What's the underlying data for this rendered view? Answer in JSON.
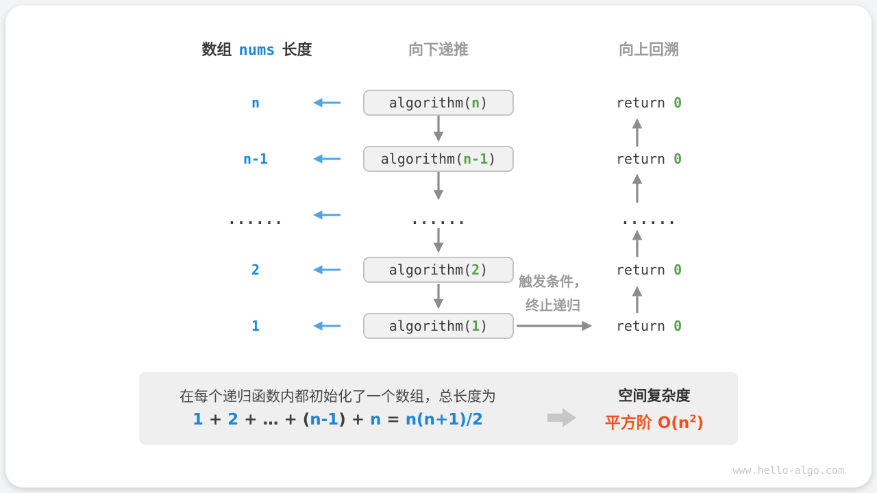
{
  "headers": {
    "array_label_prefix": "数组",
    "array_code": "nums",
    "array_label_suffix": "长度",
    "recurse_down": "向下递推",
    "backtrack_up": "向上回溯"
  },
  "shared": {
    "call_prefix": "algorithm(",
    "call_suffix": ")",
    "return_keyword": "return",
    "return_value": "0",
    "dots": "......"
  },
  "rows": [
    {
      "length": "n",
      "arg": "n"
    },
    {
      "length": "n-1",
      "arg": "n-1"
    },
    {
      "length": "......"
    },
    {
      "length": "2",
      "arg": "2"
    },
    {
      "length": "1",
      "arg": "1"
    }
  ],
  "annotation": {
    "line1": "触发条件，",
    "line2": "终止递归"
  },
  "summary": {
    "description": "在每个递归函数内都初始化了一个数组，总长度为",
    "formula": {
      "f1": "1",
      "f2": " + ",
      "f3": "2",
      "f4": " + … + (",
      "f5": "n-1",
      "f6": ") + ",
      "f7": "n",
      "f8": " = ",
      "f9": "n(n+1)/2"
    },
    "result_title": "空间复杂度",
    "result_prefix": "平方阶 O(n",
    "result_sup": "2",
    "result_suffix": ")"
  },
  "watermark": "www.hello-algo.com",
  "colors": {
    "blue_text": "#1c87d5",
    "blue_arrow": "#54a4e4",
    "green": "#5aa14f",
    "orange": "#f4511e",
    "gray_arrow": "#8c8c8c",
    "gray_header": "#9b9b9b",
    "box_fill": "#f1f1f2",
    "box_border": "#c3c3c3",
    "panel_fill": "#efeff0"
  }
}
